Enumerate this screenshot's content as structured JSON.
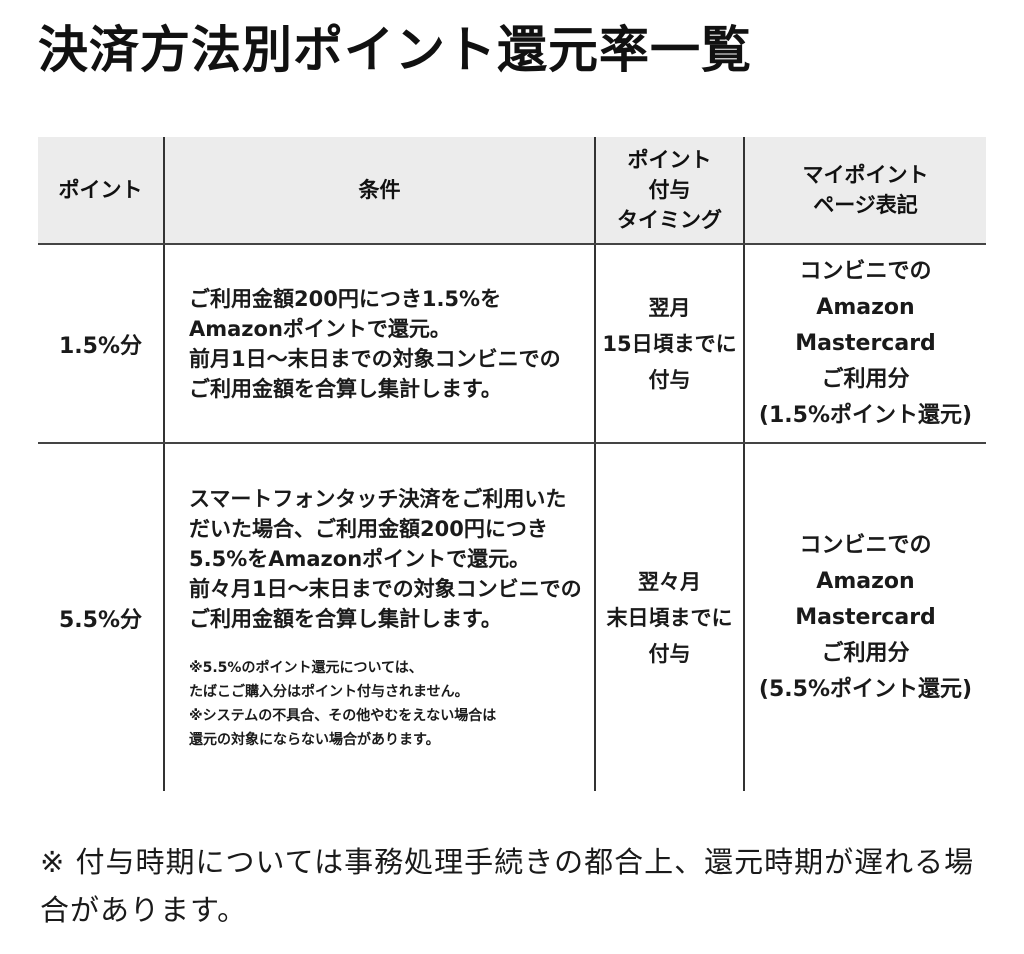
{
  "title": "決済方法別ポイント還元率一覧",
  "table": {
    "headers": {
      "point": "ポイント",
      "condition": "条件",
      "timing": [
        "ポイント",
        "付与",
        "タイミング"
      ],
      "mypage": [
        "マイポイント",
        "ページ表記"
      ]
    },
    "rows": [
      {
        "point": "1.5%分",
        "condition": [
          "ご利用金額200円につき1.5%を",
          "Amazonポイントで還元。",
          "前月1日～末日までの対象コンビニでの",
          "ご利用金額を合算し集計します。"
        ],
        "notes": [],
        "timing": [
          "翌月",
          "15日頃までに",
          "付与"
        ],
        "mypage": [
          "コンビニでの",
          "Amazon",
          "Mastercard",
          "ご利用分",
          "(1.5%ポイント還元)"
        ]
      },
      {
        "point": "5.5%分",
        "condition": [
          "スマートフォンタッチ決済をご利用いた",
          "だいた場合、ご利用金額200円につき",
          "5.5%をAmazonポイントで還元。",
          "前々月1日～末日までの対象コンビニでの",
          "ご利用金額を合算し集計します。"
        ],
        "notes": [
          "※5.5%のポイント還元については、",
          "たばこご購入分はポイント付与されません。",
          "※システムの不具合、その他やむをえない場合は",
          "還元の対象にならない場合があります。"
        ],
        "timing": [
          "翌々月",
          "末日頃までに",
          "付与"
        ],
        "mypage": [
          "コンビニでの",
          "Amazon",
          "Mastercard",
          "ご利用分",
          "(5.5%ポイント還元)"
        ]
      }
    ]
  },
  "footnote": "※ 付与時期については事務処理手続きの都合上、還元時期が遅れる場合があります。"
}
